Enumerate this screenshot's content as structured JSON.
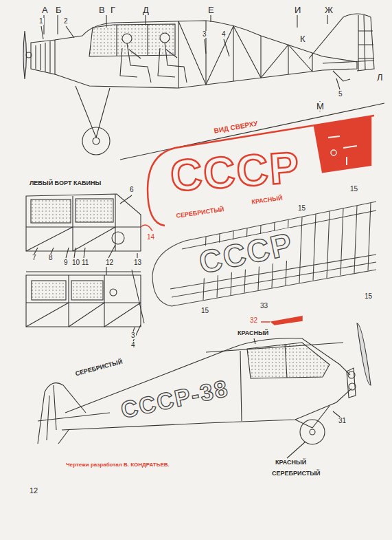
{
  "diagram": {
    "labels": [
      "А",
      "Б",
      "В",
      "Г",
      "Д",
      "Е",
      "И",
      "Ж",
      "К",
      "Л",
      "М",
      "1",
      "2",
      "3",
      "4",
      "5",
      "ВИД СВЕРХУ",
      "СССР",
      "СЕРЕБРИСТЫЙ",
      "КРАСНЫЙ",
      "ЛЕВЫЙ БОРТ КАБИНЫ",
      "6",
      "7",
      "8",
      "9",
      "10",
      "11",
      "12",
      "13",
      "14",
      "15",
      "15",
      "СССР",
      "15",
      "33",
      "15",
      "32",
      "3",
      "4",
      "СЕРЕБРИСТЫЙ",
      "КРАСНЫЙ",
      "СССР-38",
      "31",
      "КРАСНЫЙ",
      "СЕРЕБРИСТЫЙ",
      "Чертежи разработал В. КОНДРАТЬЕВ.",
      "12"
    ]
  }
}
